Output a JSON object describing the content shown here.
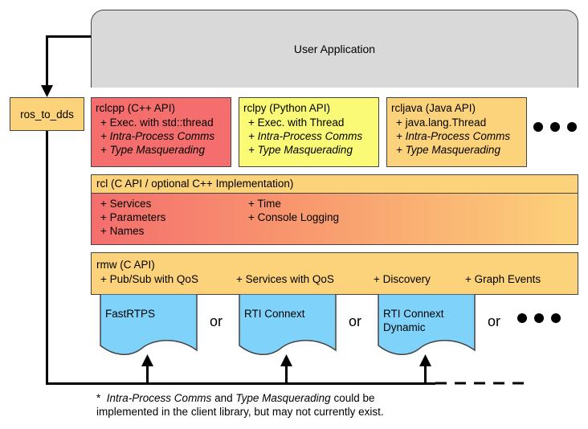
{
  "user_application": "User Application",
  "ros_to_dds": "ros_to_dds",
  "clients": [
    {
      "title": "rclcpp (C++ API)",
      "items": [
        "+ Exec. with std::thread",
        "+ Intra-Process Comms",
        "+ Type Masquerading"
      ]
    },
    {
      "title": "rclpy (Python API)",
      "items": [
        "+ Exec. with Thread",
        "+ Intra-Process Comms",
        "+ Type Masquerading"
      ]
    },
    {
      "title": "rcljava (Java API)",
      "items": [
        "+ java.lang.Thread",
        "+ Intra-Process Comms",
        "+ Type Masquerading"
      ]
    }
  ],
  "rcl": {
    "title": "rcl (C API / optional C++ Implementation)",
    "left_items": [
      "+ Services",
      "+ Parameters",
      "+ Names"
    ],
    "right_items": [
      "+ Time",
      "+ Console Logging"
    ]
  },
  "rmw": {
    "title": "rmw (C API)",
    "features": [
      "+ Pub/Sub with QoS",
      "+ Services with QoS",
      "+ Discovery",
      "+ Graph Events"
    ]
  },
  "implementations": [
    {
      "lines": [
        "FastRTPS"
      ]
    },
    {
      "lines": [
        "RTI Connext"
      ]
    },
    {
      "lines": [
        "RTI Connext",
        "Dynamic"
      ]
    }
  ],
  "separator": "or",
  "footnote": {
    "star": "*",
    "intra": "Intra-Process Comms",
    "and": "and",
    "masq": "Type Masquerading",
    "rest1": "could be",
    "line2": "implemented in the client library, but may not currently exist."
  },
  "colors": {
    "app_gray": "#d9d9d9",
    "rclcpp_red": "#f46e6e",
    "rclpy_yellow": "#fbfa76",
    "orange": "#fcd27a",
    "dds_blue": "#7fd3fb"
  }
}
